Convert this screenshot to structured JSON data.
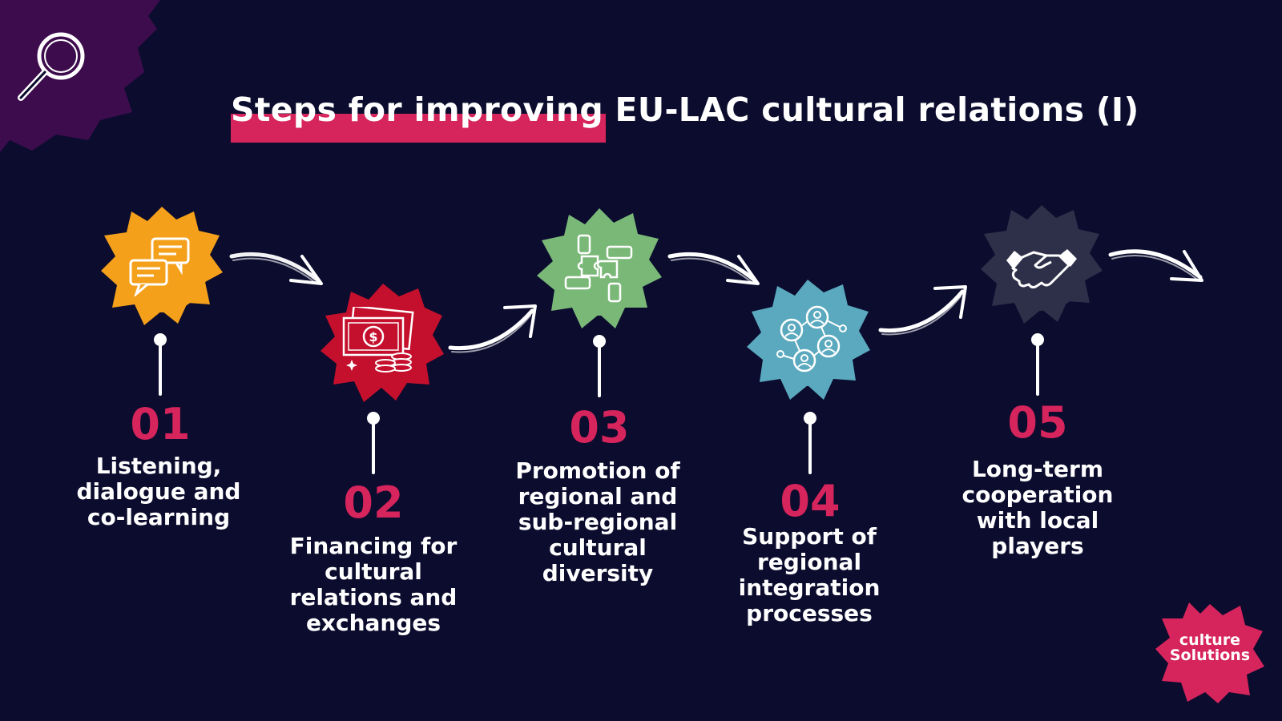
{
  "title": "Steps for improving EU-LAC cultural relations (I)",
  "colors": {
    "background": "#0b0c2e",
    "accent": "#d6245c",
    "corner_splash": "#3d0c4d",
    "step_01": "#f5a01a",
    "step_02": "#c4102c",
    "step_03": "#7ab878",
    "step_04": "#5aa9bf",
    "step_05": "#2e3049"
  },
  "steps": [
    {
      "number": "01",
      "label": "Listening,\ndialogue and\nco-learning",
      "icon": "chat-bubbles-icon"
    },
    {
      "number": "02",
      "label": "Financing for\ncultural\nrelations and\nexchanges",
      "icon": "money-coins-icon"
    },
    {
      "number": "03",
      "label": "Promotion of\nregional and\nsub-regional\ncultural\ndiversity",
      "icon": "puzzle-hands-icon"
    },
    {
      "number": "04",
      "label": "Support of\nregional\nintegration\nprocesses",
      "icon": "network-people-icon"
    },
    {
      "number": "05",
      "label": "Long-term\ncooperation\nwith local\nplayers",
      "icon": "handshake-icon"
    }
  ],
  "brand": {
    "text": "culture\nSolutions",
    "icon": "brand-splash"
  },
  "decor": {
    "icon": "magnifier-icon"
  }
}
